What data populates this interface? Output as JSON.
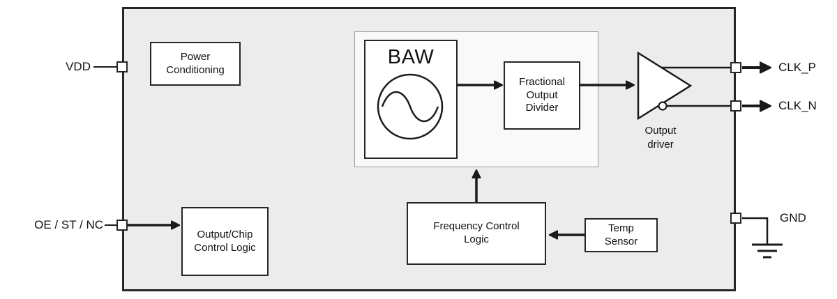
{
  "pins": {
    "vdd": {
      "label": "VDD"
    },
    "oe": {
      "label": "OE / ST / NC"
    },
    "clk_p": {
      "label": "CLK_P"
    },
    "clk_n": {
      "label": "CLK_N"
    },
    "gnd": {
      "label": "GND"
    }
  },
  "blocks": {
    "power_conditioning": {
      "label": "Power Conditioning"
    },
    "baw": {
      "label": "BAW"
    },
    "fractional_output_divider": {
      "label": "Fractional Output Divider"
    },
    "output_driver": {
      "label": "Output driver"
    },
    "output_chip_control_logic": {
      "label": "Output/Chip Control Logic"
    },
    "frequency_control_logic": {
      "label": "Frequency Control Logic"
    },
    "temp_sensor": {
      "label": "Temp Sensor"
    }
  },
  "colors": {
    "chip_background": "#ececec",
    "block_background": "#ffffff",
    "block_border": "#262626",
    "wire": "#1a1a1a",
    "group_box_border": "#9a9a9a"
  }
}
